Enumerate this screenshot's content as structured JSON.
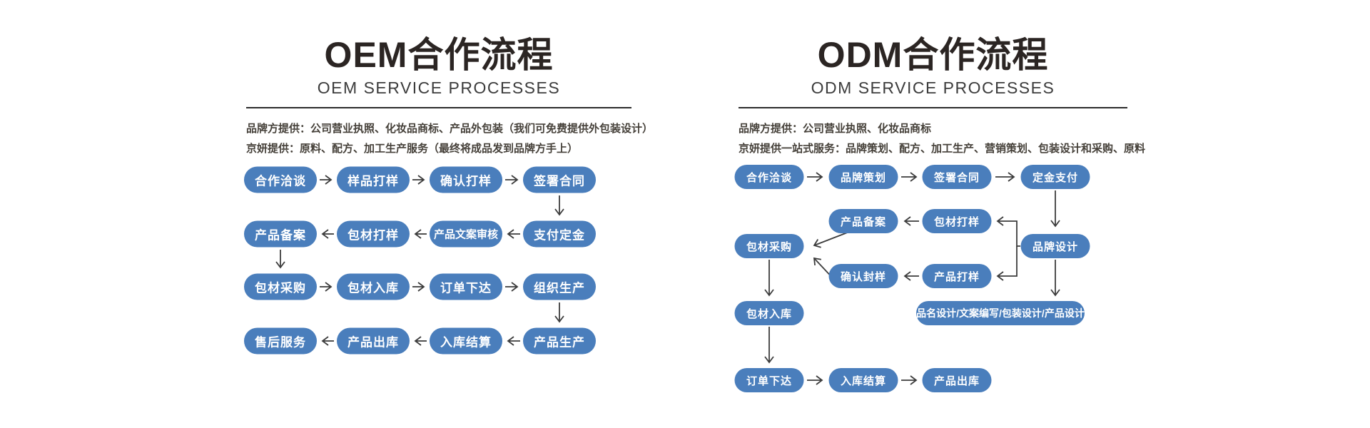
{
  "oem": {
    "title": "OEM合作流程",
    "subtitle": "OEM SERVICE PROCESSES",
    "notes": [
      "品牌方提供：公司营业执照、化妆品商标、产品外包装（我们可免费提供外包装设计）",
      "京妍提供：原料、配方、加工生产服务（最终将成品发到品牌方手上）"
    ],
    "rows": [
      [
        "合作洽谈",
        "样品打样",
        "确认打样",
        "签署合同"
      ],
      [
        "产品备案",
        "包材打样",
        "产品文案审核",
        "支付定金"
      ],
      [
        "包材采购",
        "包材入库",
        "订单下达",
        "组织生产"
      ],
      [
        "售后服务",
        "产品出库",
        "入库结算",
        "产品生产"
      ]
    ]
  },
  "odm": {
    "title": "ODM合作流程",
    "subtitle": "ODM SERVICE PROCESSES",
    "notes": [
      "品牌方提供：公司营业执照、化妆品商标",
      "京妍提供一站式服务：品牌策划、配方、加工生产、营销策划、包装设计和采购、原料"
    ],
    "rows": {
      "r1": [
        "合作洽谈",
        "品牌策划",
        "签署合同",
        "定金支付"
      ],
      "r2": [
        "产品备案",
        "包材打样"
      ],
      "mid": [
        "包材采购",
        "品牌设计"
      ],
      "r3": [
        "确认封样",
        "产品打样"
      ],
      "r4": [
        "包材入库",
        "品名设计/文案编写/包装设计/产品设计"
      ],
      "r5": [
        "订单下达",
        "入库结算",
        "产品出库"
      ]
    }
  },
  "colors": {
    "pill_fill": "#4A7EBC",
    "pill_text": "#FFFFFF",
    "arrow": "#3C3C3C",
    "title_text": "#2B2523",
    "subtitle_text": "#3C3C3C",
    "note_text": "#454039",
    "underline": "#2C2C2C",
    "background": "#FFFFFF"
  }
}
